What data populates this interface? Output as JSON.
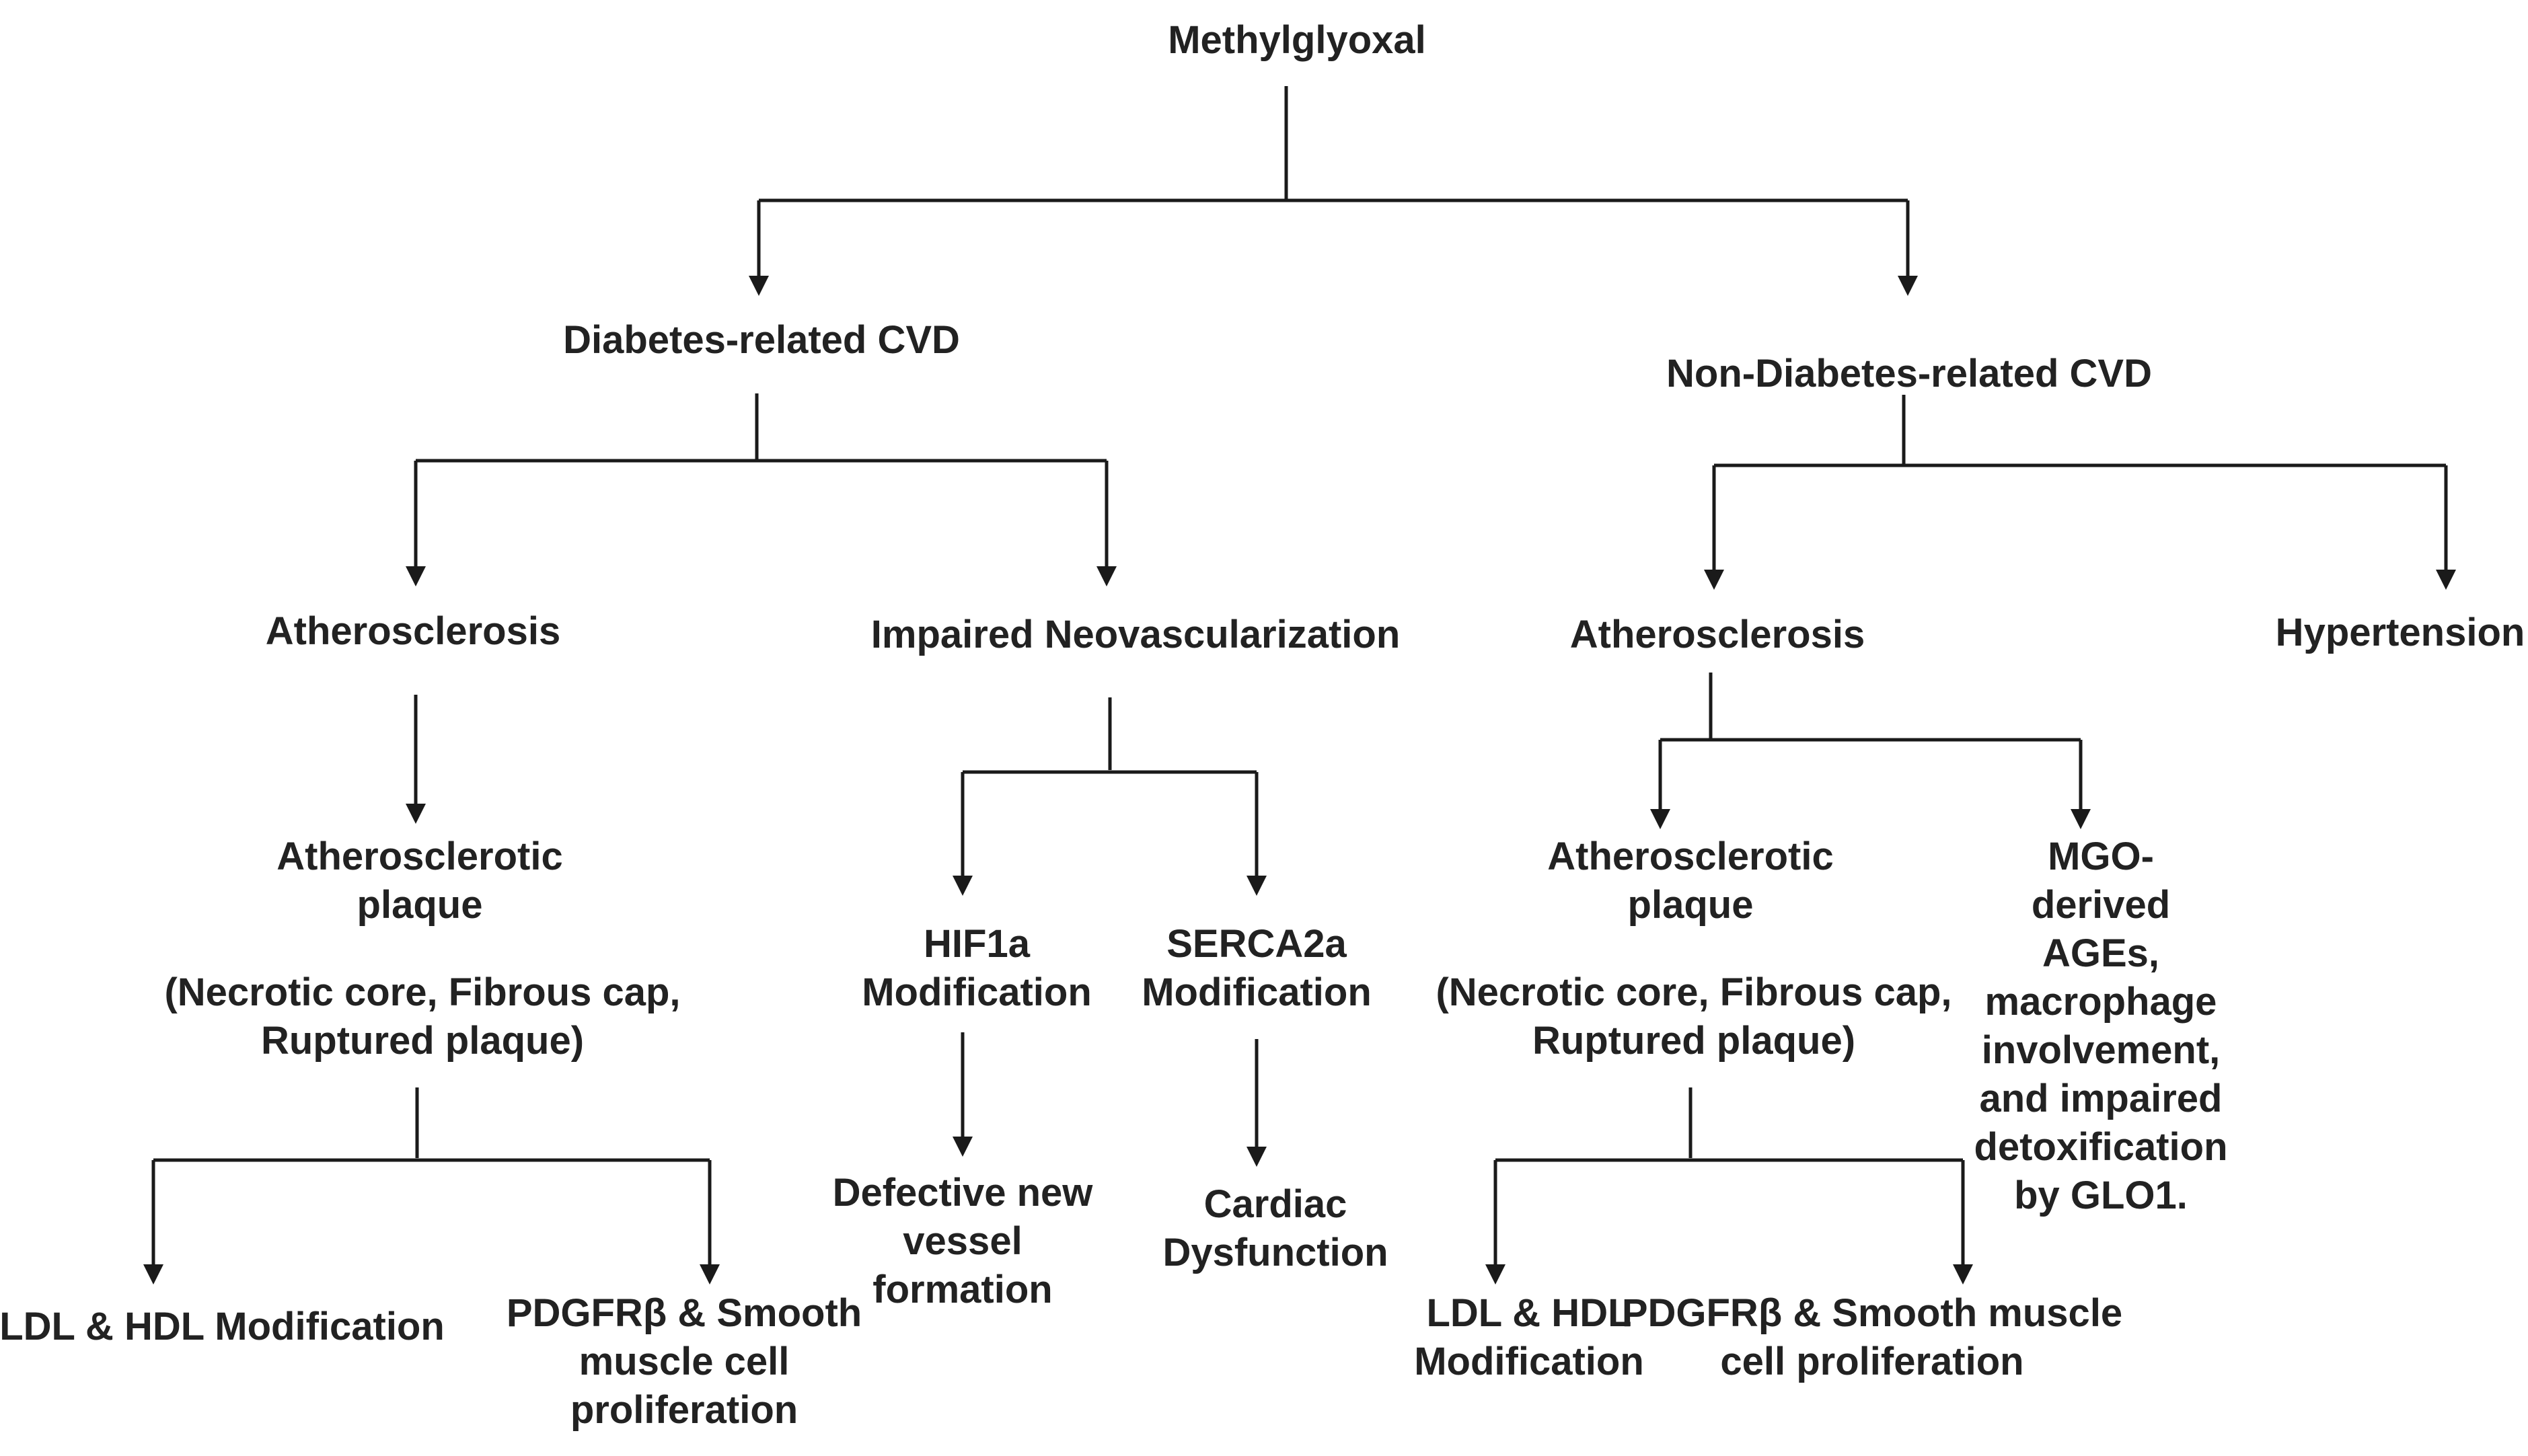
{
  "nodes": {
    "root": {
      "lines": [
        "Methylglyoxal"
      ]
    },
    "diabetes_cvd": {
      "lines": [
        "Diabetes-related CVD"
      ]
    },
    "non_diabetes_cvd": {
      "lines": [
        "Non-Diabetes-related CVD"
      ]
    },
    "d_atherosclerosis": {
      "lines": [
        "Atherosclerosis"
      ]
    },
    "impaired_neovascularization": {
      "lines": [
        "Impaired Neovascularization"
      ]
    },
    "nd_atherosclerosis": {
      "lines": [
        "Atherosclerosis"
      ]
    },
    "hypertension": {
      "lines": [
        "Hypertension"
      ]
    },
    "d_atherosclerotic_plaque": {
      "lines": [
        "Atherosclerotic",
        "plaque"
      ]
    },
    "d_plaque_types": {
      "lines": [
        "(Necrotic core, Fibrous cap,",
        "Ruptured plaque)"
      ]
    },
    "hif1a_modification": {
      "lines": [
        "HIF1a",
        "Modification"
      ]
    },
    "serca2a_modification": {
      "lines": [
        "SERCA2a",
        "Modification"
      ]
    },
    "nd_atherosclerotic_plaque": {
      "lines": [
        "Atherosclerotic",
        "plaque"
      ]
    },
    "nd_plaque_types": {
      "lines": [
        "(Necrotic core, Fibrous cap,",
        "Ruptured plaque)"
      ]
    },
    "mgo_ages": {
      "lines": [
        "MGO-",
        "derived",
        "AGEs,",
        "macrophage",
        "involvement,",
        "and impaired",
        "detoxification",
        "by GLO1."
      ]
    },
    "defective_vessel": {
      "lines": [
        "Defective new",
        "vessel",
        "formation"
      ]
    },
    "cardiac_dysfunction": {
      "lines": [
        "Cardiac",
        "Dysfunction"
      ]
    },
    "d_ldl_hdl": {
      "lines": [
        "LDL & HDL Modification"
      ]
    },
    "d_pdgfr": {
      "lines": [
        "PDGFRβ & Smooth",
        "muscle cell",
        "proliferation"
      ]
    },
    "nd_ldl_hdl": {
      "lines": [
        "LDL & HDL",
        "Modification"
      ]
    },
    "nd_pdgfr": {
      "lines": [
        "PDGFRβ & Smooth muscle",
        "cell proliferation"
      ]
    }
  }
}
